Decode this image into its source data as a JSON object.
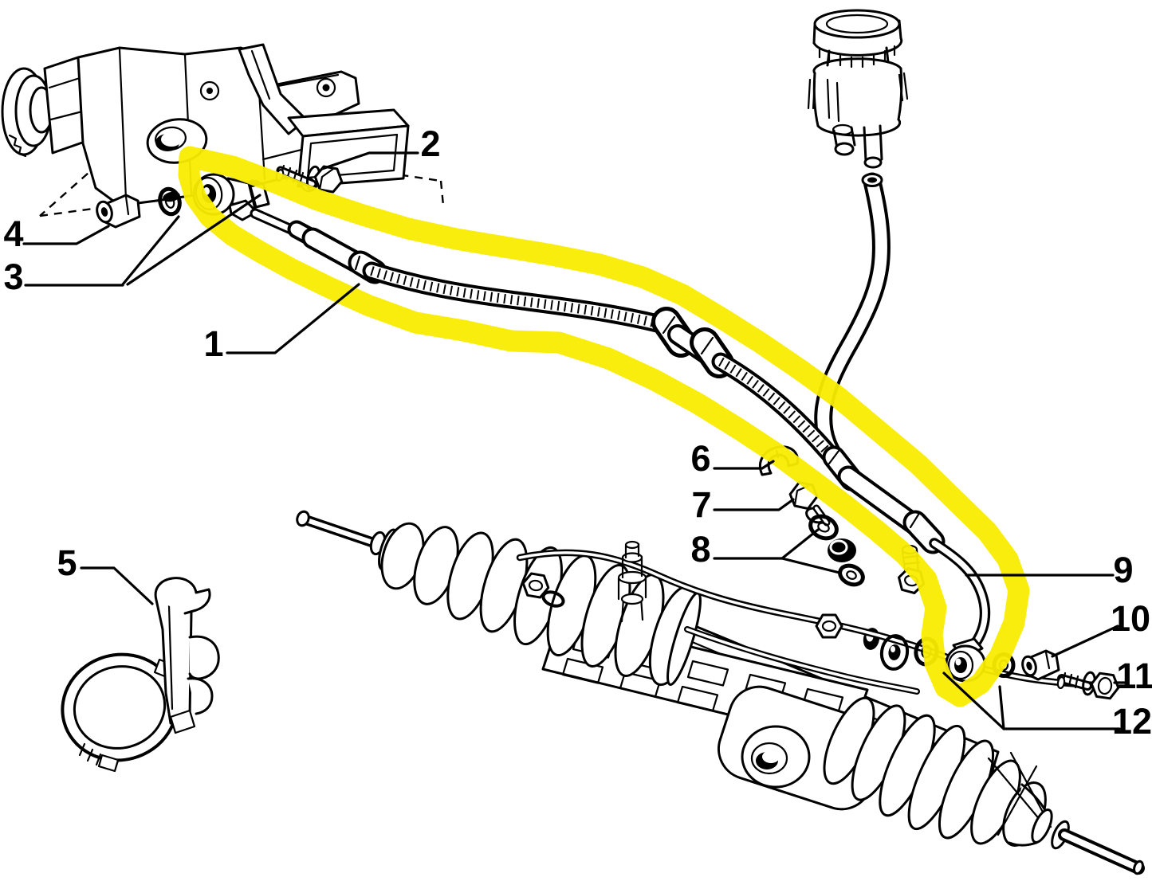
{
  "figure": {
    "kind": "exploded-parts-diagram",
    "background_color": "#ffffff",
    "line_color": "#000000",
    "highlight": {
      "color": "#f8ec00",
      "marked_callout": "1"
    },
    "callouts": [
      {
        "label": "1"
      },
      {
        "label": "2"
      },
      {
        "label": "3"
      },
      {
        "label": "4"
      },
      {
        "label": "5"
      },
      {
        "label": "6"
      },
      {
        "label": "7"
      },
      {
        "label": "8"
      },
      {
        "label": "9"
      },
      {
        "label": "10"
      },
      {
        "label": "11"
      },
      {
        "label": "12"
      }
    ]
  }
}
